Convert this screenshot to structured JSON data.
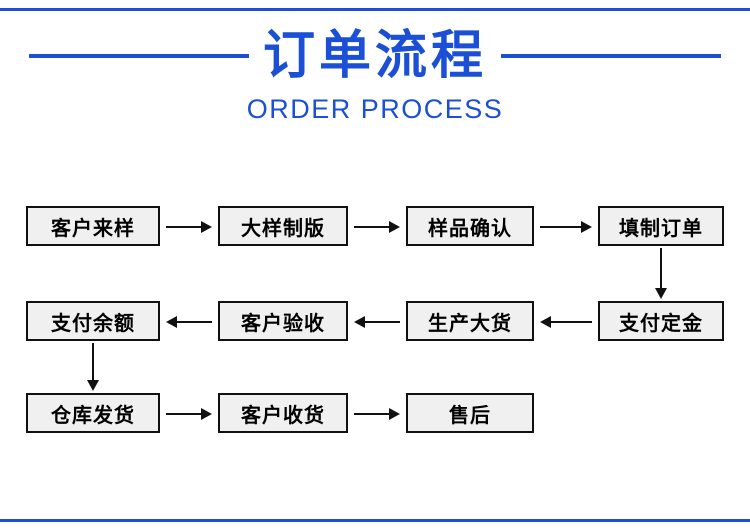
{
  "header": {
    "title_cn": "订单流程",
    "title_en": "ORDER PROCESS",
    "accent_color": "#1a4fd6"
  },
  "flow": {
    "node_fill": "#f0f0f0",
    "node_border": "#111111",
    "rows": [
      {
        "direction": "left-to-right",
        "nodes": [
          {
            "label": "客户来样"
          },
          {
            "label": "大样制版"
          },
          {
            "label": "样品确认"
          },
          {
            "label": "填制订单"
          }
        ]
      },
      {
        "direction": "right-to-left",
        "nodes": [
          {
            "label": "支付余额"
          },
          {
            "label": "客户验收"
          },
          {
            "label": "生产大货"
          },
          {
            "label": "支付定金"
          }
        ]
      },
      {
        "direction": "left-to-right",
        "nodes": [
          {
            "label": "仓库发货"
          },
          {
            "label": "客户收货"
          },
          {
            "label": "售后"
          }
        ]
      }
    ],
    "connectors": [
      {
        "name": "arrow-row1-1-2",
        "type": "right"
      },
      {
        "name": "arrow-row1-2-3",
        "type": "right"
      },
      {
        "name": "arrow-row1-3-4",
        "type": "right"
      },
      {
        "name": "arrow-col4-down",
        "type": "down"
      },
      {
        "name": "arrow-row2-4-3",
        "type": "left"
      },
      {
        "name": "arrow-row2-3-2",
        "type": "left"
      },
      {
        "name": "arrow-row2-2-1",
        "type": "left"
      },
      {
        "name": "arrow-col1-down",
        "type": "down"
      },
      {
        "name": "arrow-row3-1-2",
        "type": "right"
      },
      {
        "name": "arrow-row3-2-3",
        "type": "right"
      }
    ]
  }
}
